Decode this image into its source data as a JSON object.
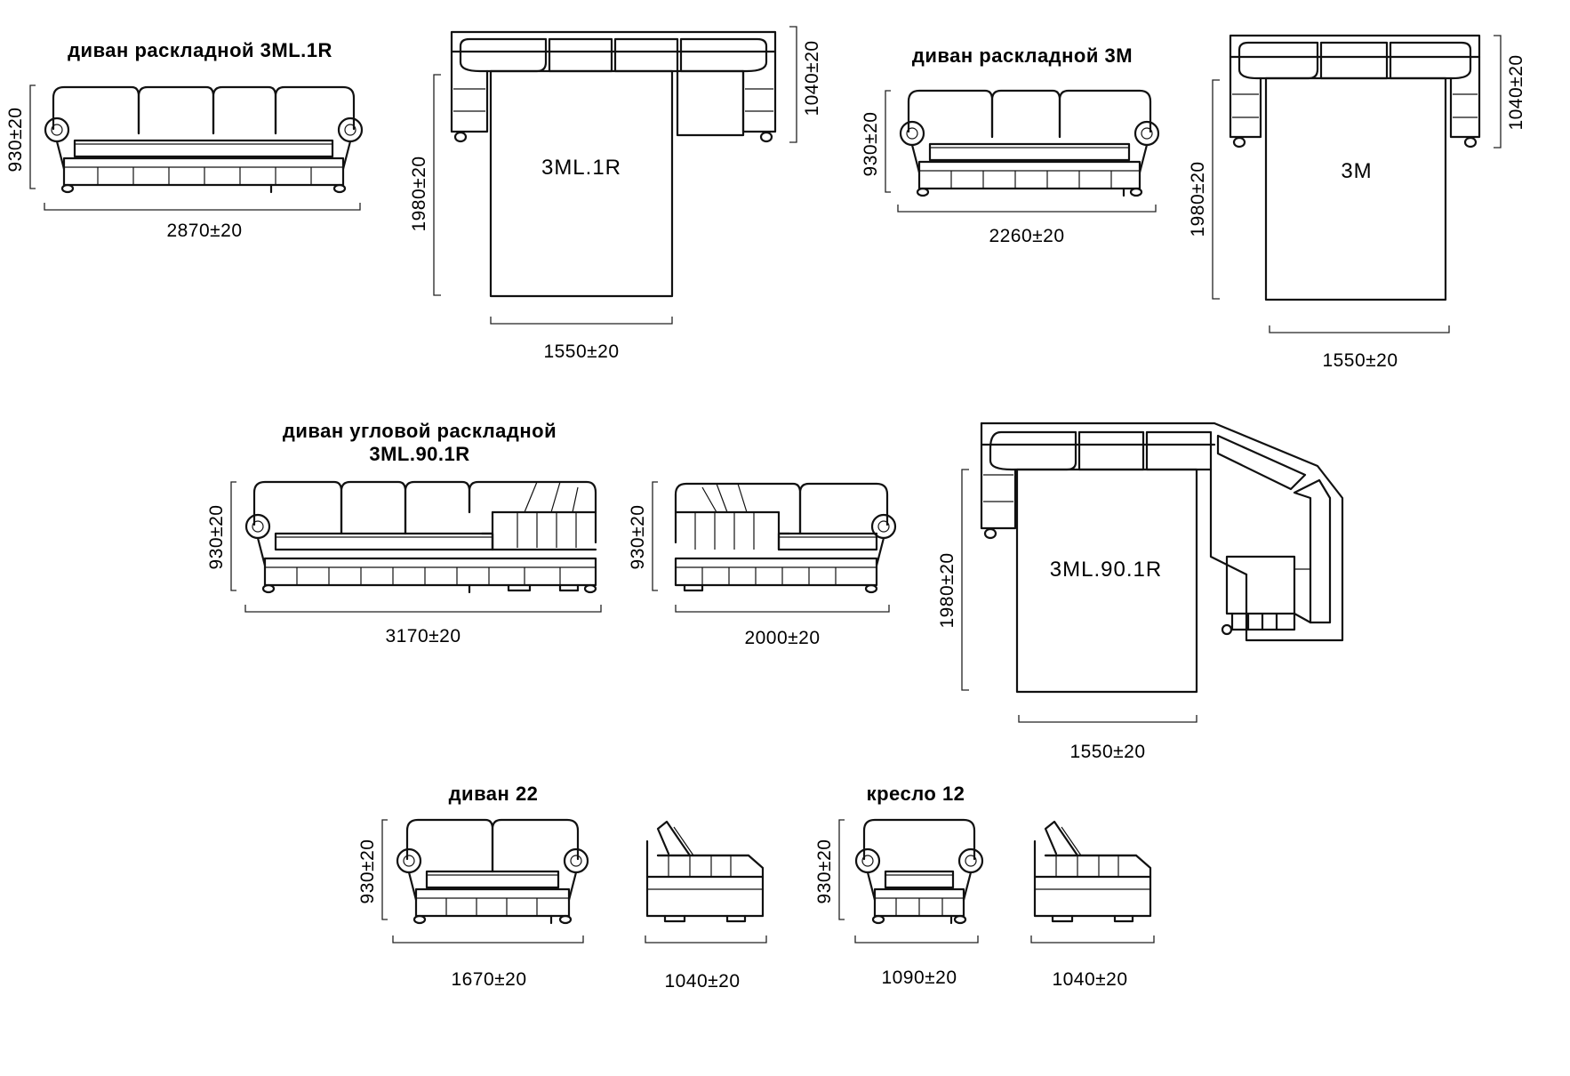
{
  "titles": {
    "sofa_3ml1r": "диван раскладной 3ML.1R",
    "sofa_3m": "диван раскладной 3М",
    "corner_line1": "диван угловой раскладной",
    "corner_line2": "3ML.90.1R",
    "sofa_22": "диван 22",
    "armchair_12": "кресло 12"
  },
  "models": {
    "m_3ml1r": "3ML.1R",
    "m_3m": "3M",
    "m_corner": "3ML.90.1R"
  },
  "dims": {
    "d_3ml1r_h": "930±20",
    "d_3ml1r_w": "2870±20",
    "d_3ml1r_top_depth": "1040±20",
    "d_3ml1r_bed_len": "1980±20",
    "d_3ml1r_bed_w": "1550±20",
    "d_3m_h": "930±20",
    "d_3m_w": "2260±20",
    "d_3m_top_depth": "1040±20",
    "d_3m_bed_len": "1980±20",
    "d_3m_bed_w": "1550±20",
    "d_corner_h1": "930±20",
    "d_corner_w1": "3170±20",
    "d_corner_h2": "930±20",
    "d_corner_w2": "2000±20",
    "d_corner_bed_len": "1980±20",
    "d_corner_bed_w": "1550±20",
    "d_22_h": "930±20",
    "d_22_w": "1670±20",
    "d_22_side_w": "1040±20",
    "d_12_h": "930±20",
    "d_12_w": "1090±20",
    "d_12_side_w": "1040±20"
  }
}
